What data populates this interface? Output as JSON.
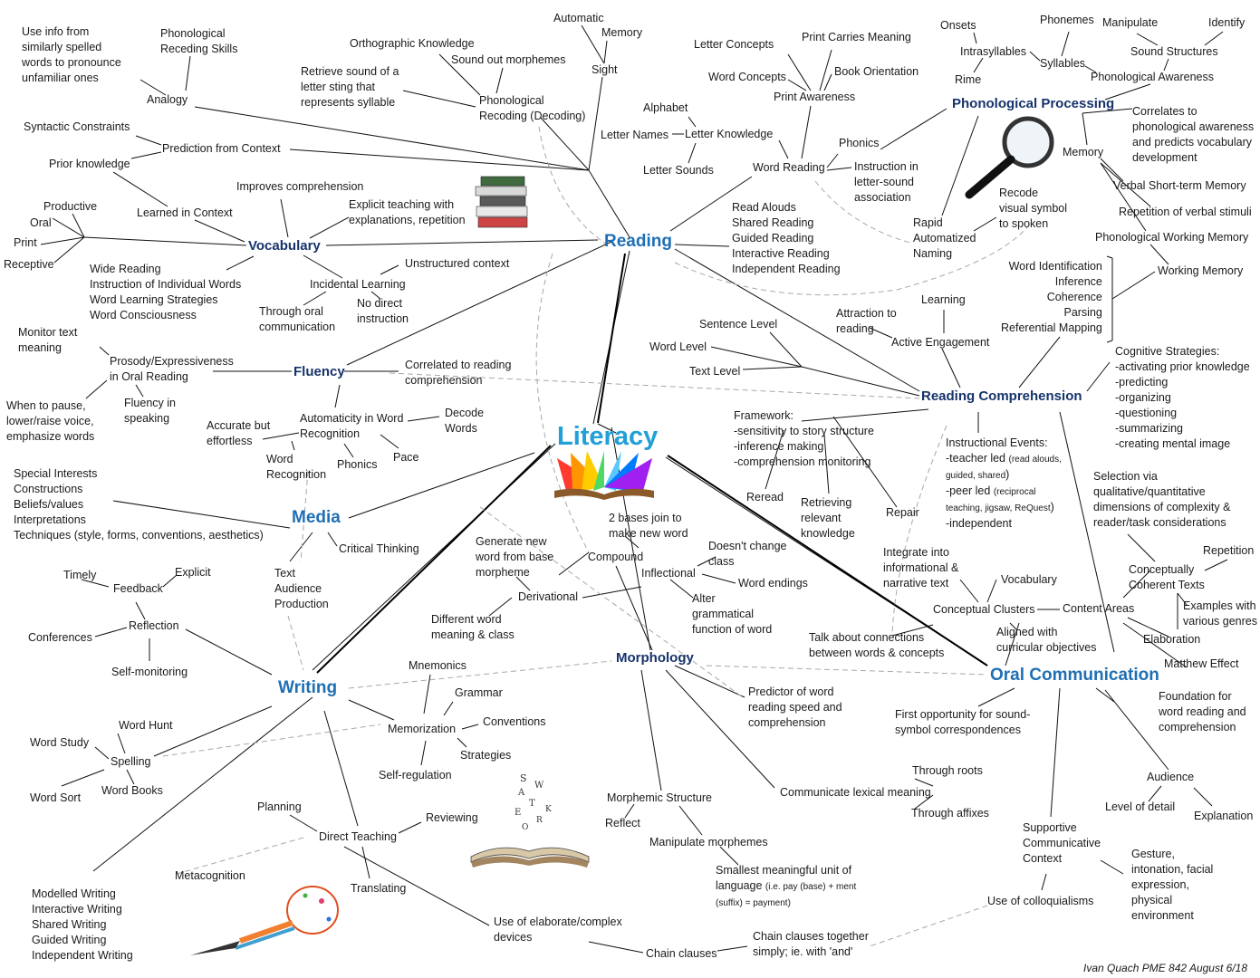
{
  "center": "Literacy",
  "hubs": {
    "reading": "Reading",
    "vocabulary": "Vocabulary",
    "fluency": "Fluency",
    "media": "Media",
    "writing": "Writing",
    "morphology": "Morphology",
    "oral": "Oral Communication",
    "comprehension": "Reading Comprehension",
    "phonological": "Phonological Processing"
  },
  "nodes": {
    "use_info": "Use info from\nsimilarly spelled\nwords to pronounce\nunfamiliar ones",
    "phon_receding": "Phonological\nReceding Skills",
    "analogy": "Analogy",
    "orthographic": "Orthographic Knowledge",
    "sound_out": "Sound out morphemes",
    "retrieve_sound": "Retrieve sound of a\nletter sting that\nrepresents syllable",
    "phon_recoding": "Phonological\nRecoding (Decoding)",
    "automatic": "Automatic",
    "memory_top": "Memory",
    "sight": "Sight",
    "letter_concepts": "Letter Concepts",
    "print_meaning": "Print Carries Meaning",
    "word_concepts": "Word Concepts",
    "book_orientation": "Book Orientation",
    "print_awareness": "Print Awareness",
    "alphabet": "Alphabet",
    "letter_names": "Letter Names",
    "letter_knowledge": "Letter Knowledge",
    "letter_sounds": "Letter Sounds",
    "word_reading": "Word Reading",
    "phonics_top": "Phonics",
    "instruction_letter": "Instruction in\nletter-sound\nassociation",
    "onsets": "Onsets",
    "intrasyllables": "Intrasyllables",
    "rime": "Rime",
    "phonemes": "Phonemes",
    "syllables": "Syllables",
    "manipulate": "Manipulate",
    "identify": "Identify",
    "sound_structures": "Sound Structures",
    "phon_awareness": "Phonological Awareness",
    "correlates": "Correlates to\nphonological awareness\nand predicts vocabulary\ndevelopment",
    "memory_right": "Memory",
    "verbal_stm": "Verbal Short-term Memory",
    "repetition_verbal": "Repetition of verbal stimuli",
    "phon_wm": "Phonological Working Memory",
    "recode": "Recode\nvisual symbol\nto spoken",
    "ran": "Rapid\nAutomatized\nNaming",
    "syntactic": "Syntactic Constraints",
    "prediction": "Prediction from Context",
    "prior": "Prior knowledge",
    "learned_context": "Learned in Context",
    "improves": "Improves comprehension",
    "explicit_teaching": "Explicit teaching with\nexplanations, repetition",
    "productive": "Productive",
    "oral_v": "Oral",
    "print_v": "Print",
    "receptive": "Receptive",
    "wide_reading": "Wide Reading\nInstruction of Individual Words\nWord Learning Strategies\nWord Consciousness",
    "incidental": "Incidental Learning",
    "unstructured": "Unstructured context",
    "through_oral": "Through oral\ncommunication",
    "no_direct": "No direct\ninstruction",
    "read_alouds": "Read Alouds\nShared Reading\nGuided Reading\nInteractive Reading\nIndependent Reading",
    "word_identification": "Word Identification\nInference\nCoherence\nParsing\nReferential Mapping",
    "working_memory": "Working Memory",
    "learning": "Learning",
    "attraction": "Attraction to\nreading",
    "active_engagement": "Active Engagement",
    "sentence_level": "Sentence Level",
    "word_level": "Word Level",
    "text_level": "Text Level",
    "monitor": "Monitor text\nmeaning",
    "prosody": "Prosody/Expressiveness\nin Oral Reading",
    "correlated": "Correlated to reading\ncomprehension",
    "when_pause": "When to pause,\nlower/raise voice,\nemphasize words",
    "fluency_speaking": "Fluency in\nspeaking",
    "automaticity": "Automaticity in Word\nRecognition",
    "decode_words": "Decode\nWords",
    "accurate": "Accurate but\neffortless",
    "word_recognition": "Word\nRecognition",
    "phonics_f": "Phonics",
    "pace": "Pace",
    "cognitive": "Cognitive Strategies:\n-activating prior knowledge\n-predicting\n-organizing\n-questioning\n-summarizing\n-creating mental image",
    "framework": "Framework:\n-sensitivity to story structure\n-inference making\n-comprehension monitoring",
    "reread": "Reread",
    "retrieving": "Retrieving\nrelevant\nknowledge",
    "repair": "Repair",
    "instr_title": "Instructional Events:",
    "instr_teacher": "-teacher led ",
    "instr_teacher_sm": "(read alouds,",
    "instr_guided_sm": "guided, shared",
    "instr_guided_end": ")",
    "instr_peer": "-peer led ",
    "instr_peer_sm": "(reciprocal",
    "instr_teaching_sm": "teaching, jigsaw, ReQuest",
    "instr_teaching_end": ")",
    "instr_independent": "-independent",
    "selection": "Selection via\nqualitative/quantitative\ndimensions of complexity &\nreader/task considerations",
    "special_interests": "Special Interests\nConstructions\nBeliefs/values\nInterpretations\nTechniques (style, forms, conventions, aesthetics)",
    "critical_thinking": "Critical Thinking",
    "text_audience": "Text\nAudience\nProduction",
    "generate_new": "Generate new\nword from base\nmorpheme",
    "two_bases": "2 bases join to\nmake new word",
    "compound": "Compound",
    "doesnt_change": "Doesn't change\nclass",
    "inflectional": "Inflectional",
    "word_endings": "Word endings",
    "derivational": "Derivational",
    "alter": "Alter\ngrammatical\nfunction of word",
    "different_word": "Different word\nmeaning & class",
    "integrate": "Integrate into\ninformational &\nnarrative text",
    "vocabulary_o": "Vocabulary",
    "conceptual_clusters": "Conceptual Clusters",
    "content_areas": "Content Areas",
    "aligned": "Aligned with\ncurricular objectives",
    "talk_about": "Talk about connections\nbetween words & concepts",
    "repetition_o": "Repetition",
    "conceptually": "Conceptually\nCoherent Texts",
    "examples": "Examples with\nvarious genres",
    "elaboration": "Elaboration",
    "matthew": "Matthew Effect",
    "timely": "Timely",
    "explicit_w": "Explicit",
    "feedback": "Feedback",
    "reflection": "Reflection",
    "conferences": "Conferences",
    "self_monitoring": "Self-monitoring",
    "mnemonics": "Mnemonics",
    "grammar": "Grammar",
    "memorization": "Memorization",
    "conventions": "Conventions",
    "strategies": "Strategies",
    "self_regulation": "Self-regulation",
    "word_hunt": "Word Hunt",
    "word_study": "Word Study",
    "spelling": "Spelling",
    "word_books": "Word Books",
    "word_sort": "Word Sort",
    "planning": "Planning",
    "direct_teaching": "Direct Teaching",
    "reviewing": "Reviewing",
    "metacognition": "Metacognition",
    "translating": "Translating",
    "modelled": "Modelled Writing\nInteractive Writing\nShared Writing\nGuided Writing\nIndependent Writing",
    "predictor": "Predictor of word\nreading speed and\ncomprehension",
    "first_opportunity": "First opportunity for sound-\nsymbol correspondences",
    "foundation": "Foundation for\nword reading and\ncomprehension",
    "through_roots": "Through roots",
    "communicate_lexical": "Communicate lexical meaning",
    "through_affixes": "Through affixes",
    "morphemic_structure": "Morphemic Structure",
    "reflect": "Reflect",
    "manipulate_morphemes": "Manipulate morphemes",
    "smallest": "Smallest meaningful unit of\nlanguage ",
    "smallest_sm": "(i.e. pay (base) + ment\n(suffix) = payment)",
    "audience": "Audience",
    "level_detail": "Level of detail",
    "explanation": "Explanation",
    "supportive": "Supportive\nCommunicative\nContext",
    "gesture": "Gesture,\nintonation, facial\nexpression,\nphysical\nenvironment",
    "colloquialisms": "Use of colloquialisms",
    "elaborate": "Use of elaborate/complex\ndevices",
    "chain_clauses": "Chain clauses",
    "chain_together": "Chain clauses together\nsimply; ie. with 'and'"
  },
  "signature": "Ivan Quach PME 842 August 6/18",
  "colors": {
    "hub_blue": "#1f6fb5",
    "hub_navy": "#16336b",
    "center_cyan": "#21a0d8",
    "line": "#111111",
    "dashed": "#a8a8a8"
  },
  "icons": [
    "book-stack-icon",
    "magnifying-glass-icon",
    "open-rainbow-book-icon",
    "open-book-letters-icon",
    "lightbulb-pencil-icon"
  ]
}
